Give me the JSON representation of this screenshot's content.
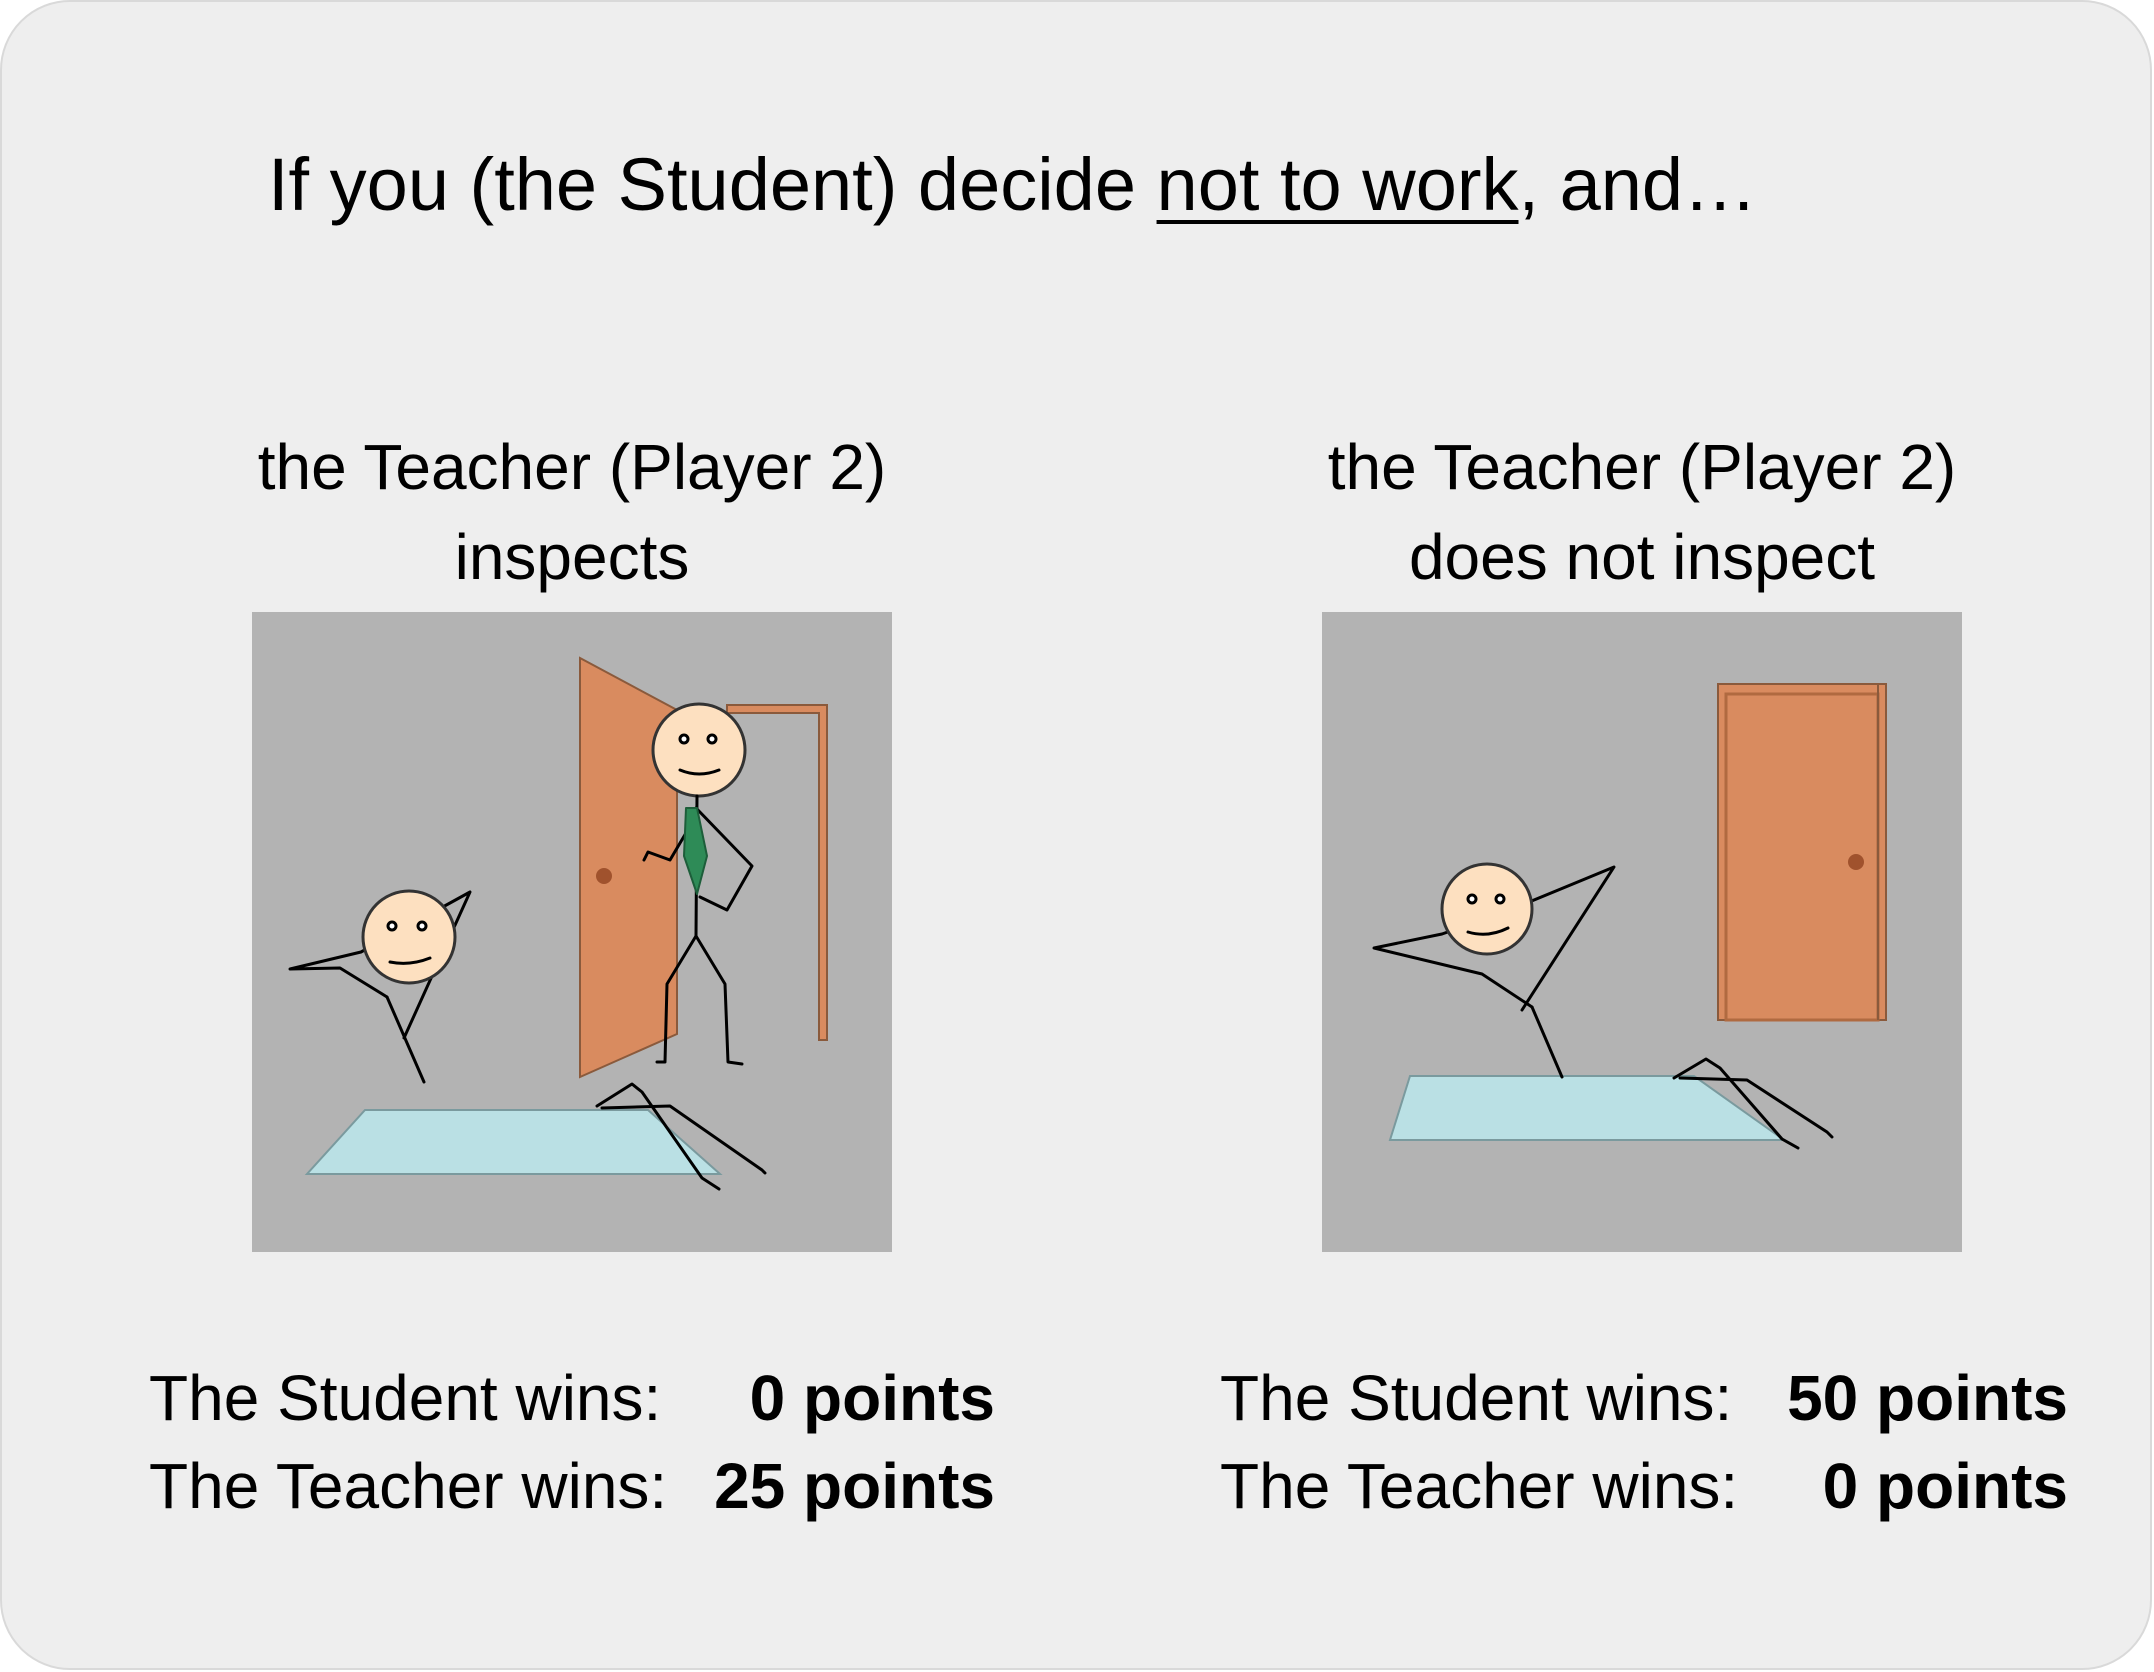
{
  "heading": {
    "prefix": "If you (the Student) decide ",
    "emphasis": "not to work",
    "suffix": ", and…"
  },
  "left": {
    "title_line1": "the Teacher (Player 2)",
    "title_line2": "inspects",
    "student_label": "The Student wins:",
    "student_value": "0 points",
    "teacher_label": "The Teacher wins:",
    "teacher_value": "25 points"
  },
  "right": {
    "title_line1": "the Teacher (Player 2)",
    "title_line2": "does not inspect",
    "student_label": "The Student wins:",
    "student_value": "50 points",
    "teacher_label": "The Teacher wins:",
    "teacher_value": "0 points"
  },
  "colors": {
    "card_background": "#eeeeee",
    "scene_background": "#b3b3b3",
    "door": "#d98b5f",
    "mat": "#bae0e4",
    "face": "#fde0c0",
    "tie": "#2e8b57"
  },
  "icons": [
    "student-figure-icon",
    "teacher-figure-icon",
    "door-icon",
    "mat-icon"
  ]
}
